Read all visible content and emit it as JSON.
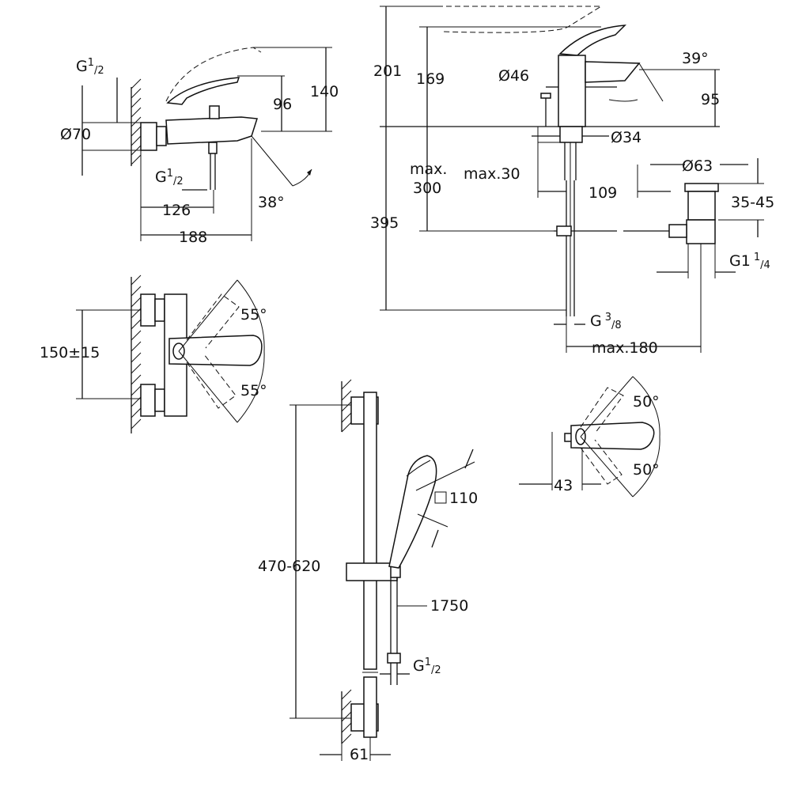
{
  "bath_mixer": {
    "inlet_thread": {
      "base": "G",
      "sup": "1",
      "sub": "2"
    },
    "diameter": "Ø70",
    "outlet_thread": {
      "base": "G",
      "sup": "1",
      "sub": "/2"
    },
    "dim_126": "126",
    "dim_188": "188",
    "dim_96": "96",
    "dim_140": "140",
    "angle": "38°"
  },
  "basin_mixer": {
    "dim_201": "201",
    "dim_169": "169",
    "body_diameter": "Ø46",
    "angle": "39°",
    "dim_95": "95",
    "hole_diameter": "Ø34",
    "max_thickness": "max.30",
    "max_line1": "max.",
    "max_line2": "300",
    "dim_109": "109",
    "dim_395": "395",
    "waste_diameter": "Ø63",
    "waste_range": "35-45",
    "waste_thread": {
      "base": "G1",
      "sup": "1",
      "sub": "4"
    },
    "supply_thread": {
      "base": "G",
      "sup": "3",
      "sub": "8"
    },
    "max_180": "max.180"
  },
  "shower_mixer": {
    "centres": "150±15",
    "angle_up": "55°",
    "angle_down": "55°"
  },
  "shower_rail": {
    "range": "470-620",
    "head_size": "110",
    "hose_length": "1750",
    "thread": {
      "base": "G",
      "sup": "1",
      "sub": "2"
    },
    "wall_offset": "61"
  },
  "lever_detail": {
    "angle_up": "50°",
    "angle_down": "50°",
    "dim_43": "43"
  }
}
